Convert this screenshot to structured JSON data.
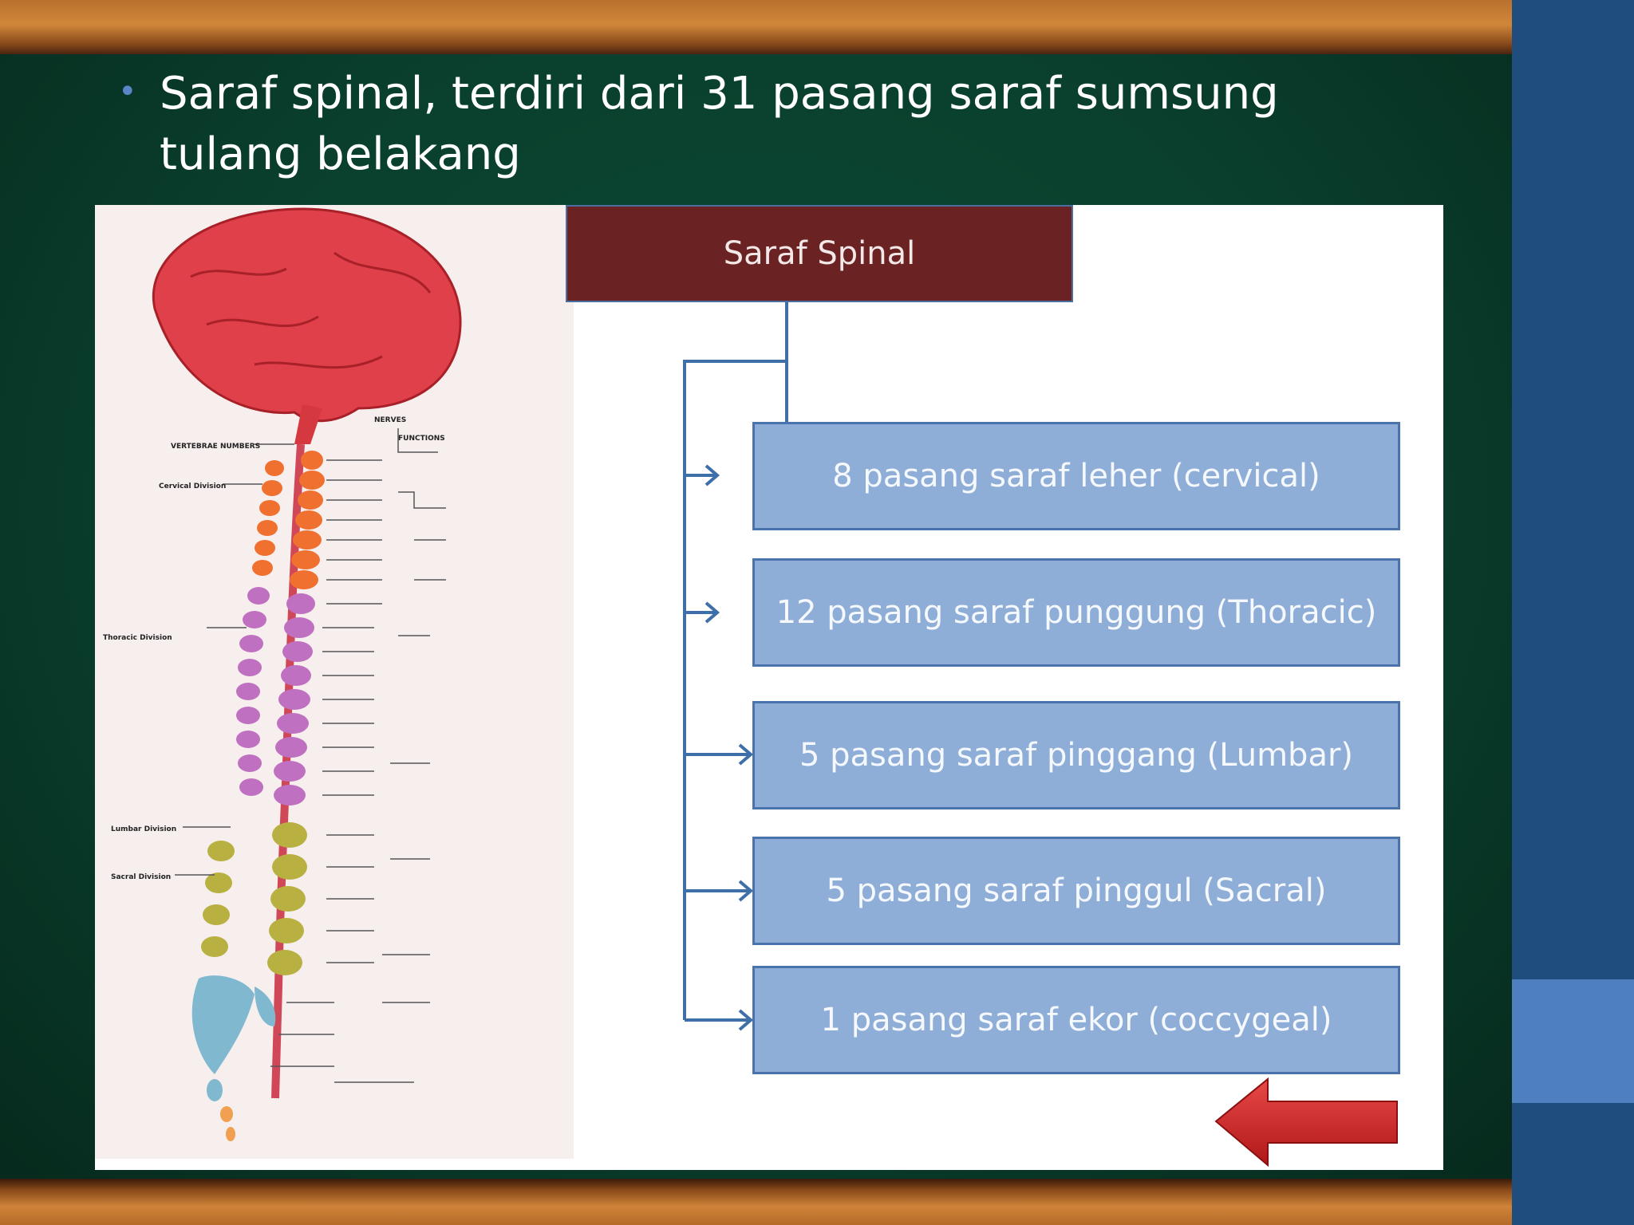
{
  "slide": {
    "bullet_symbol": "•",
    "title": "Saraf spinal, terdiri dari 31 pasang saraf sumsung tulang belakang"
  },
  "diagram": {
    "root": "Saraf Spinal",
    "children": [
      "8 pasang saraf leher (cervical)",
      "12 pasang saraf punggung (Thoracic)",
      "5 pasang saraf pinggang (Lumbar)",
      "5 pasang saraf pinggul (Sacral)",
      "1 pasang saraf ekor (coccygeal)"
    ]
  },
  "anatomy": {
    "labels": {
      "nerves": "NERVES",
      "functions": "FUNCTIONS",
      "vertebral_numbers": "VERTEBRAE NUMBERS",
      "cervical_division": "Cervical Division",
      "thoracic_division": "Thoracic Division",
      "lumbar_division": "Lumbar Division",
      "sacral_division": "Sacral Division"
    }
  },
  "colors": {
    "root_box": "#6b2222",
    "child_box": "#8eaed8",
    "connector": "#3f6fa8",
    "brain": "#e0404a",
    "cervical": "#f07030",
    "thoracic": "#c070c0",
    "lumbar": "#b8b040",
    "sacral": "#80b8d0",
    "back_arrow": "#d42020"
  }
}
